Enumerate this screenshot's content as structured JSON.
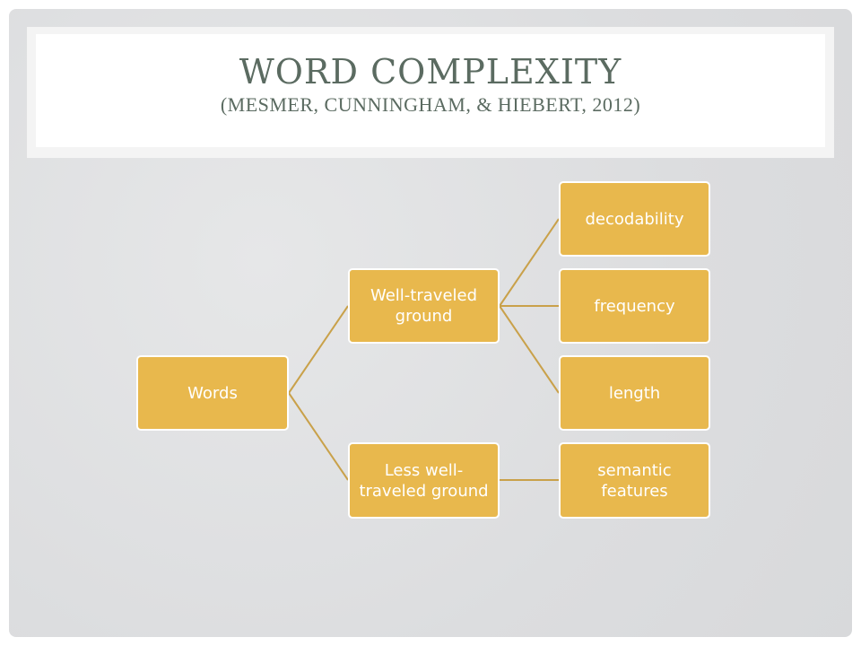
{
  "title": {
    "main": "WORD COMPLEXITY",
    "sub": "(MESMER, CUNNINGHAM, & HIEBERT, 2012)"
  },
  "diagram": {
    "root": "Words",
    "branches": [
      {
        "label": "Well-traveled ground",
        "leaves": [
          "decodability",
          "frequency",
          "length"
        ]
      },
      {
        "label": "Less well-traveled ground",
        "leaves": [
          "semantic features"
        ]
      }
    ]
  },
  "colors": {
    "node_fill": "#e8b84d",
    "connector": "#c9a14a",
    "title_text": "#5b6b61"
  }
}
